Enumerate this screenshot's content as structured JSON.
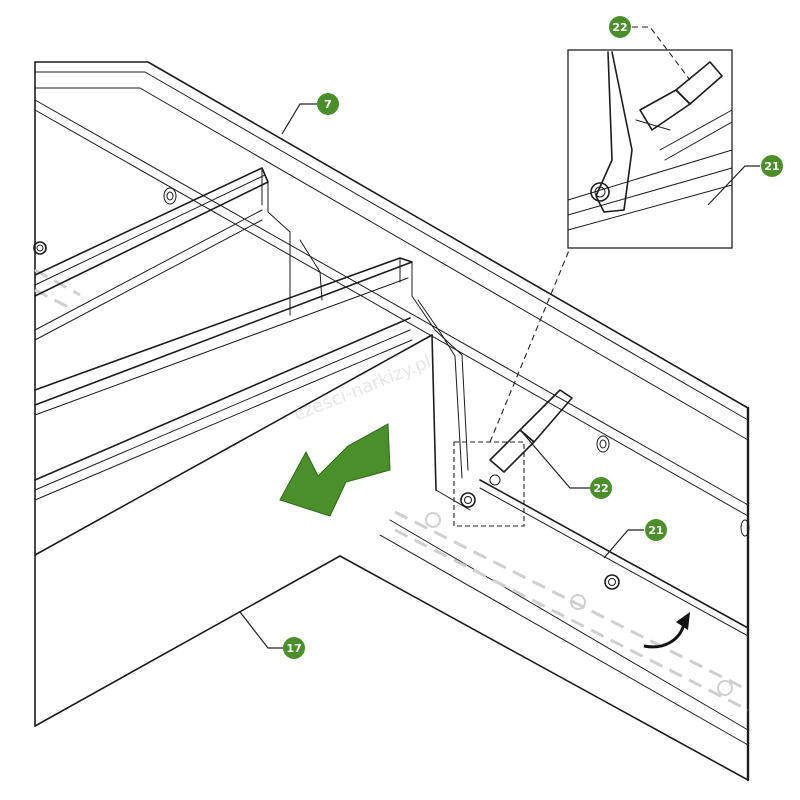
{
  "diagram": {
    "accent_color": "#4a8f2a",
    "callouts": [
      {
        "id": "c7",
        "label": "7"
      },
      {
        "id": "c17",
        "label": "17"
      },
      {
        "id": "c21a",
        "label": "21"
      },
      {
        "id": "c21b",
        "label": "21"
      },
      {
        "id": "c22a",
        "label": "22"
      },
      {
        "id": "c22b",
        "label": "22"
      }
    ],
    "watermark": "czesci-narkizy.pl",
    "icons": {
      "direction_arrow": "green-left-arrow-icon",
      "rotate_arrow": "curved-rotate-arrow-icon"
    }
  }
}
